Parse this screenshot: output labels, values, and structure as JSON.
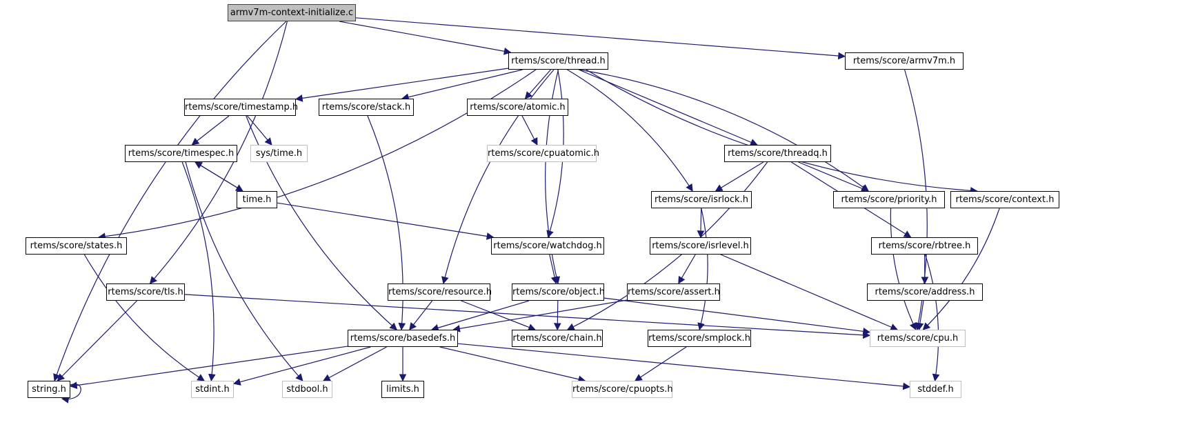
{
  "graph": {
    "title": "armv7m-context-initialize.c",
    "edge_color": "#191970",
    "root_fill": "#bfbfbf",
    "nodes": [
      {
        "id": "root",
        "label": "armv7m-context-initialize.c",
        "kind": "root"
      },
      {
        "id": "thread",
        "label": "rtems/score/thread.h",
        "kind": "local"
      },
      {
        "id": "armv7m",
        "label": "rtems/score/armv7m.h",
        "kind": "local"
      },
      {
        "id": "timestamp",
        "label": "rtems/score/timestamp.h",
        "kind": "local"
      },
      {
        "id": "stack",
        "label": "rtems/score/stack.h",
        "kind": "local"
      },
      {
        "id": "atomic",
        "label": "rtems/score/atomic.h",
        "kind": "local"
      },
      {
        "id": "timespec",
        "label": "rtems/score/timespec.h",
        "kind": "local"
      },
      {
        "id": "systime",
        "label": "sys/time.h",
        "kind": "external"
      },
      {
        "id": "cpuatomic",
        "label": "rtems/score/cpuatomic.h",
        "kind": "external"
      },
      {
        "id": "threadq",
        "label": "rtems/score/threadq.h",
        "kind": "local"
      },
      {
        "id": "timeh",
        "label": "time.h",
        "kind": "local"
      },
      {
        "id": "isrlock",
        "label": "rtems/score/isrlock.h",
        "kind": "local"
      },
      {
        "id": "priority",
        "label": "rtems/score/priority.h",
        "kind": "local"
      },
      {
        "id": "context",
        "label": "rtems/score/context.h",
        "kind": "local"
      },
      {
        "id": "states",
        "label": "rtems/score/states.h",
        "kind": "local"
      },
      {
        "id": "watchdog",
        "label": "rtems/score/watchdog.h",
        "kind": "local"
      },
      {
        "id": "isrlevel",
        "label": "rtems/score/isrlevel.h",
        "kind": "local"
      },
      {
        "id": "rbtree",
        "label": "rtems/score/rbtree.h",
        "kind": "local"
      },
      {
        "id": "tls",
        "label": "rtems/score/tls.h",
        "kind": "local"
      },
      {
        "id": "resource",
        "label": "rtems/score/resource.h",
        "kind": "local"
      },
      {
        "id": "object",
        "label": "rtems/score/object.h",
        "kind": "local"
      },
      {
        "id": "assert",
        "label": "rtems/score/assert.h",
        "kind": "local"
      },
      {
        "id": "address",
        "label": "rtems/score/address.h",
        "kind": "local"
      },
      {
        "id": "basedefs",
        "label": "rtems/score/basedefs.h",
        "kind": "local"
      },
      {
        "id": "chain",
        "label": "rtems/score/chain.h",
        "kind": "local"
      },
      {
        "id": "smplock",
        "label": "rtems/score/smplock.h",
        "kind": "local"
      },
      {
        "id": "cpu",
        "label": "rtems/score/cpu.h",
        "kind": "external"
      },
      {
        "id": "string",
        "label": "string.h",
        "kind": "local"
      },
      {
        "id": "stdint",
        "label": "stdint.h",
        "kind": "external"
      },
      {
        "id": "stdbool",
        "label": "stdbool.h",
        "kind": "external"
      },
      {
        "id": "limits",
        "label": "limits.h",
        "kind": "local"
      },
      {
        "id": "cpuopts",
        "label": "rtems/score/cpuopts.h",
        "kind": "external"
      },
      {
        "id": "stddef",
        "label": "stddef.h",
        "kind": "external"
      }
    ],
    "edges": [
      [
        "root",
        "thread"
      ],
      [
        "root",
        "armv7m"
      ],
      [
        "root",
        "string"
      ],
      [
        "root",
        "tls"
      ],
      [
        "thread",
        "timestamp"
      ],
      [
        "thread",
        "stack"
      ],
      [
        "thread",
        "atomic"
      ],
      [
        "thread",
        "states"
      ],
      [
        "thread",
        "resource"
      ],
      [
        "thread",
        "watchdog"
      ],
      [
        "thread",
        "object"
      ],
      [
        "thread",
        "isrlock"
      ],
      [
        "thread",
        "threadq"
      ],
      [
        "thread",
        "priority"
      ],
      [
        "thread",
        "context"
      ],
      [
        "armv7m",
        "cpu"
      ],
      [
        "timestamp",
        "timespec"
      ],
      [
        "timestamp",
        "systime"
      ],
      [
        "timestamp",
        "basedefs"
      ],
      [
        "stack",
        "basedefs"
      ],
      [
        "atomic",
        "cpuatomic"
      ],
      [
        "timespec",
        "timeh"
      ],
      [
        "timeh",
        "timespec"
      ],
      [
        "timespec",
        "stdint"
      ],
      [
        "timespec",
        "stdbool"
      ],
      [
        "timeh",
        "watchdog"
      ],
      [
        "threadq",
        "isrlock"
      ],
      [
        "threadq",
        "priority"
      ],
      [
        "threadq",
        "rbtree"
      ],
      [
        "threadq",
        "chain"
      ],
      [
        "isrlock",
        "isrlevel"
      ],
      [
        "isrlock",
        "smplock"
      ],
      [
        "priority",
        "cpu"
      ],
      [
        "context",
        "cpu"
      ],
      [
        "states",
        "stdint"
      ],
      [
        "watchdog",
        "object"
      ],
      [
        "isrlevel",
        "assert"
      ],
      [
        "isrlevel",
        "cpu"
      ],
      [
        "rbtree",
        "address"
      ],
      [
        "rbtree",
        "stddef"
      ],
      [
        "tls",
        "string"
      ],
      [
        "tls",
        "cpu"
      ],
      [
        "resource",
        "basedefs"
      ],
      [
        "resource",
        "chain"
      ],
      [
        "object",
        "basedefs"
      ],
      [
        "object",
        "chain"
      ],
      [
        "object",
        "cpu"
      ],
      [
        "assert",
        "basedefs"
      ],
      [
        "address",
        "cpu"
      ],
      [
        "basedefs",
        "string"
      ],
      [
        "basedefs",
        "stdint"
      ],
      [
        "basedefs",
        "stdbool"
      ],
      [
        "basedefs",
        "limits"
      ],
      [
        "basedefs",
        "cpuopts"
      ],
      [
        "basedefs",
        "stddef"
      ],
      [
        "smplock",
        "cpuopts"
      ],
      [
        "string",
        "string"
      ]
    ]
  }
}
